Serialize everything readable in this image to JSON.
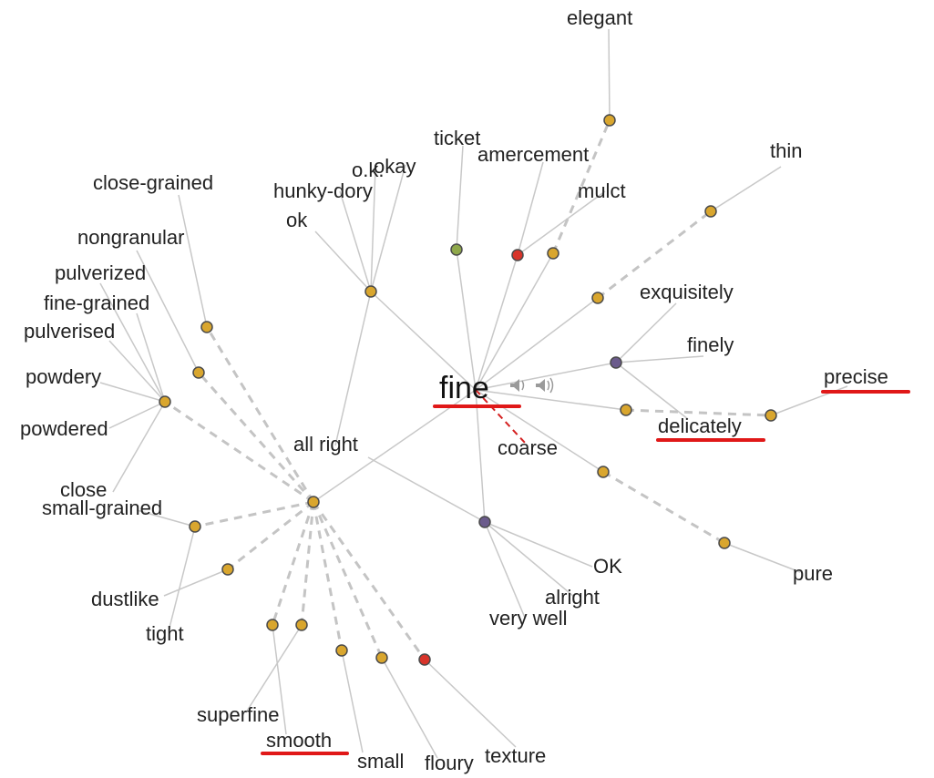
{
  "center": {
    "label": "fine"
  },
  "audio_icon": "speaker-icon",
  "colors": {
    "adjective_node": "#d9a62e",
    "adverb_node": "#6b5b8c",
    "noun_node": "#d8342a",
    "verb_node": "#8fa84a",
    "highlight_underline": "#e01818",
    "edge": "#c8c8c8",
    "antonym_edge": "#d42020"
  },
  "words": [
    "elegant",
    "ticket",
    "amercement",
    "mulct",
    "thin",
    "o.k.",
    "okay",
    "hunky-dory",
    "ok",
    "close-grained",
    "nongranular",
    "pulverized",
    "fine-grained",
    "pulverised",
    "powdery",
    "powdered",
    "close",
    "small-grained",
    "dustlike",
    "tight",
    "all right",
    "coarse",
    "exquisitely",
    "finely",
    "precise",
    "delicately",
    "OK",
    "alright",
    "very well",
    "pure",
    "superfine",
    "smooth",
    "small",
    "floury",
    "texture"
  ],
  "highlighted_words": [
    "fine",
    "precise",
    "delicately",
    "smooth"
  ],
  "antonym": "coarse"
}
